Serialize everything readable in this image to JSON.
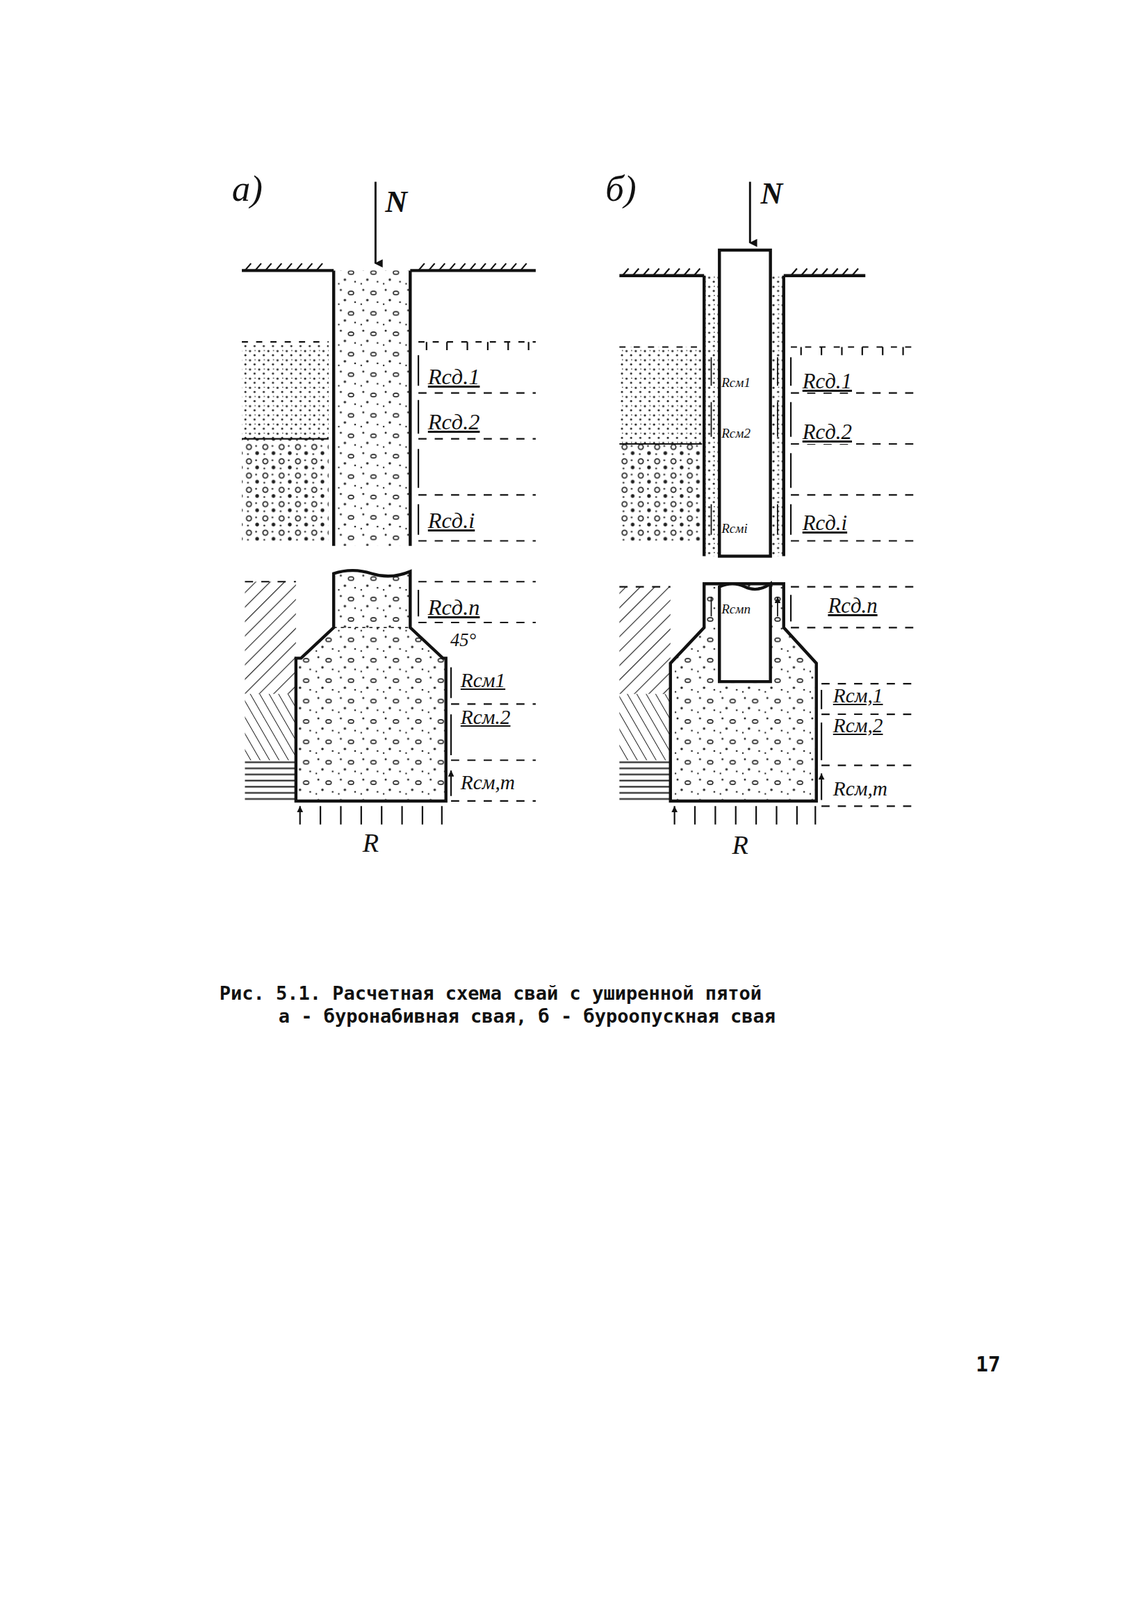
{
  "diagram": {
    "caption": "Рис. 5.1. Расчетная схема свай с уширенной пятой а - буронабивная свая, б - буроопускная свая",
    "labels": [
      "а)",
      "N",
      "Rсд.1",
      "Rсд.2",
      "Rсд.i",
      "Rсд.n",
      "45°",
      "Rсм1",
      "Rсм.2",
      "Rсм,m",
      "R",
      "б)",
      "N",
      "Rсм1",
      "Rсм2",
      "Rсмi",
      "Rсмn",
      "Rсд.1",
      "Rсд.2",
      "Rсд.i",
      "Rсд.n",
      "Rсм,1",
      "Rсм,2",
      "Rсм,m",
      "R",
      "17"
    ]
  }
}
